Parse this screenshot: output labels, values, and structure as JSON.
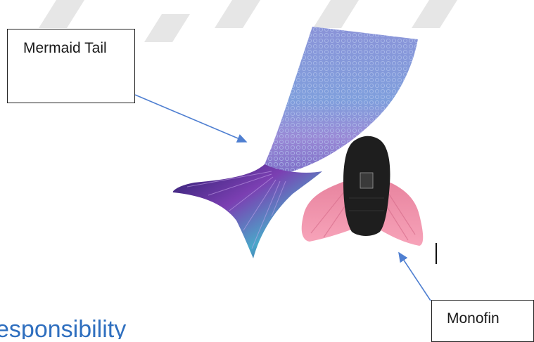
{
  "labels": {
    "mermaid_tail": "Mermaid Tail",
    "monofin": "Monofin"
  },
  "heading": {
    "partial_text": "esponsibility"
  },
  "colors": {
    "arrow": "#4f7fd1",
    "heading": "#2f6fbf",
    "tail_blue": "#7a8fd6",
    "tail_purple": "#6a3fa8",
    "fin_pink": "#f08aa8",
    "fin_black": "#1e1e1e"
  },
  "icons": [
    "watermark-stripes",
    "mermaid-tail-image",
    "monofin-image"
  ]
}
